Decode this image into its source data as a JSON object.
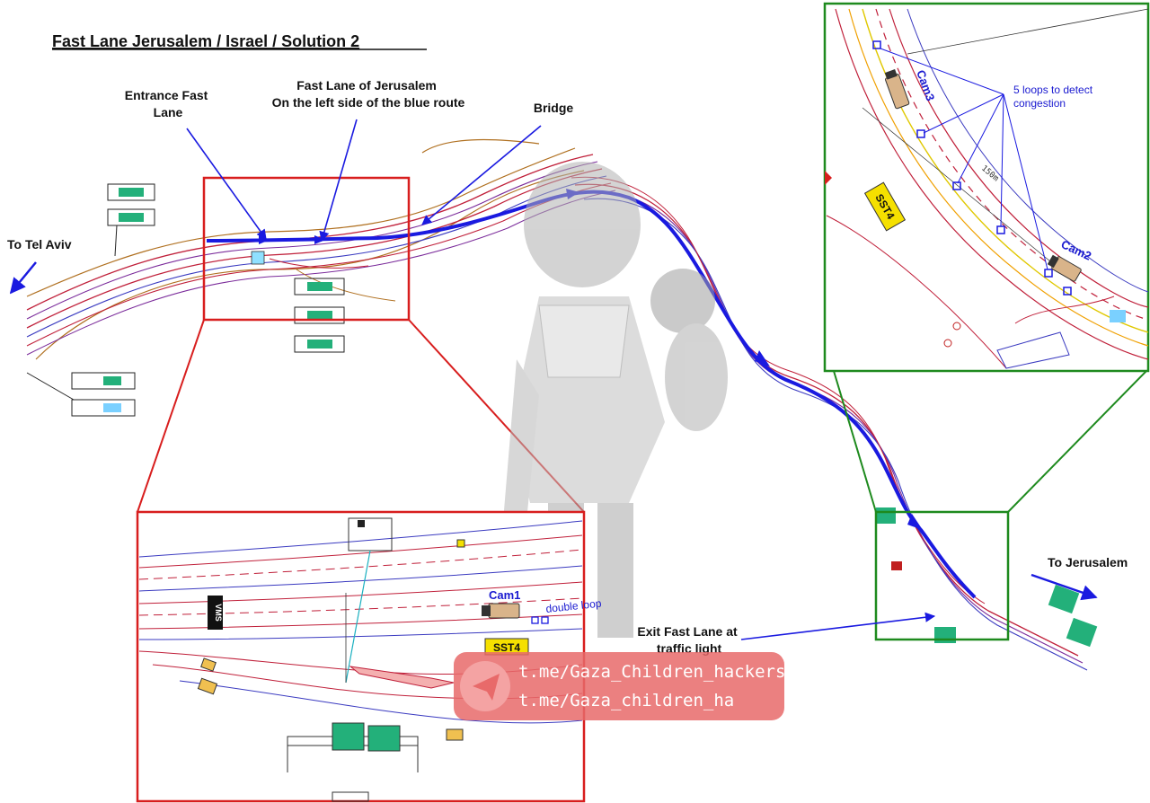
{
  "title": "Fast Lane Jerusalem / Israel / Solution 2",
  "labels": {
    "entrance": [
      "Entrance Fast",
      "Lane"
    ],
    "fast_lane": [
      "Fast Lane of Jerusalem",
      "On the left side of the blue route"
    ],
    "bridge": "Bridge",
    "tel_aviv": "To Tel Aviv",
    "jerusalem": "To Jerusalem",
    "exit": [
      "Exit Fast Lane at",
      "traffic light"
    ]
  },
  "inset_top_right": {
    "cam3": "Cam3",
    "cam2": "Cam2",
    "sst4": "SST4",
    "loops_note": [
      "5 loops to detect",
      "congestion"
    ],
    "distance": "150m"
  },
  "inset_bottom": {
    "vms": "VMS",
    "cam1": "Cam1",
    "double_loop": "double loop",
    "sst4": "SST4"
  },
  "watermark": {
    "line1": "t.me/Gaza_Children_hackers",
    "line2": "t.me/Gaza_children_ha"
  },
  "colors": {
    "red_frame": "#d81e1e",
    "green_frame": "#1e8a1e",
    "route_blue": "#1a1ae0",
    "watermark_red": "#e86a6a",
    "sst_yellow": "#f5e000"
  }
}
